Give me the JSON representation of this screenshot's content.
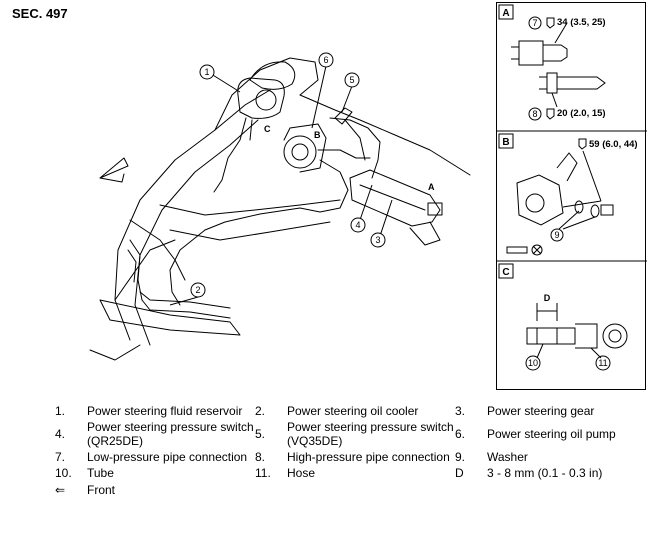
{
  "section_title": "SEC. 497",
  "panels": {
    "a": {
      "letter": "A",
      "torque_top": {
        "ref": "7",
        "value": "34 (3.5, 25)"
      },
      "torque_bottom": {
        "ref": "8",
        "value": "20 (2.0, 15)"
      }
    },
    "b": {
      "letter": "B",
      "torque": {
        "value": "59 (6.0, 44)"
      },
      "callout": "9"
    },
    "c": {
      "letter": "C",
      "dim_label": "D",
      "callouts": [
        "10",
        "11"
      ]
    }
  },
  "main_callouts": [
    "1",
    "2",
    "3",
    "4",
    "5",
    "6"
  ],
  "view_letters": [
    "A",
    "B",
    "C"
  ],
  "legend": [
    {
      "num": "1.",
      "text": "Power steering fluid reservoir"
    },
    {
      "num": "2.",
      "text": "Power steering oil cooler"
    },
    {
      "num": "3.",
      "text": "Power steering gear"
    },
    {
      "num": "4.",
      "text": "Power steering pressure switch\n(QR25DE)"
    },
    {
      "num": "5.",
      "text": "Power steering pressure switch\n(VQ35DE)"
    },
    {
      "num": "6.",
      "text": "Power steering oil pump"
    },
    {
      "num": "7.",
      "text": "Low-pressure pipe connection"
    },
    {
      "num": "8.",
      "text": "High-pressure pipe connection"
    },
    {
      "num": "9.",
      "text": "Washer"
    },
    {
      "num": "10.",
      "text": "Tube"
    },
    {
      "num": "11.",
      "text": "Hose"
    },
    {
      "num": "D",
      "text": "3 - 8 mm (0.1 - 0.3 in)"
    },
    {
      "num": "⇐",
      "text": "Front"
    }
  ]
}
